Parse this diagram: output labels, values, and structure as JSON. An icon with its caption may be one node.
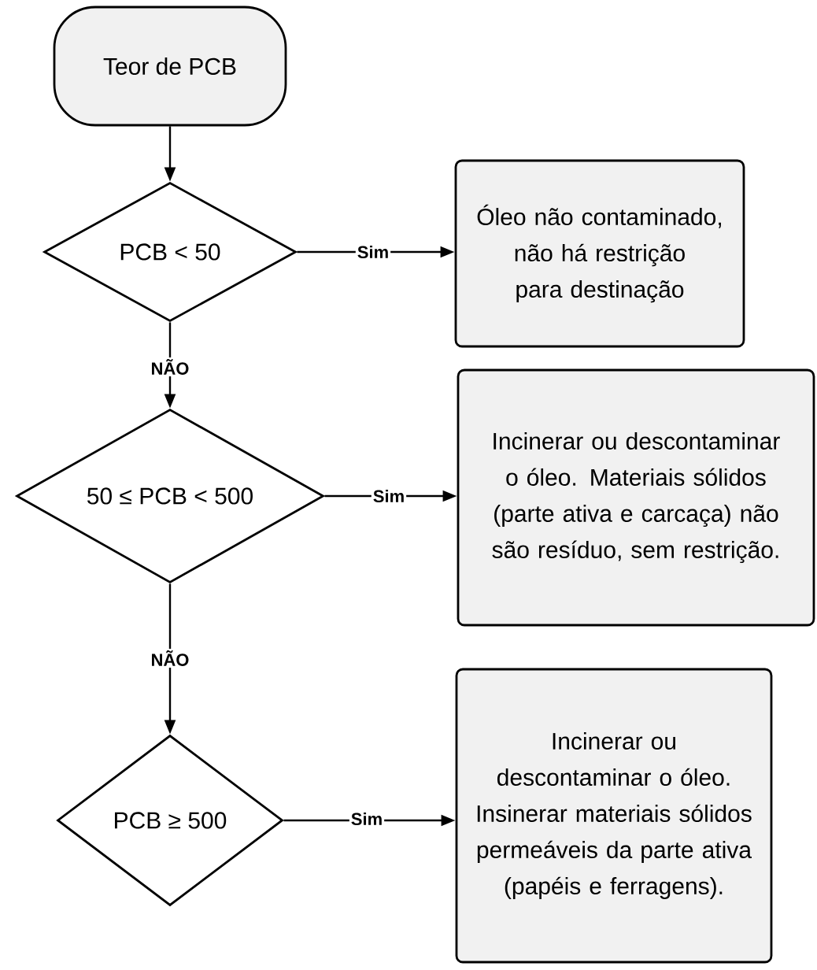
{
  "diagram": {
    "nodes": [
      {
        "text": [
          "Teor de PCB"
        ]
      },
      {
        "text": [
          "PCB < 50"
        ]
      },
      {
        "text": [
          "Óleo não contaminado, não há restrição para destinação"
        ]
      },
      {
        "text": [
          "50 ≤ PCB < 500"
        ]
      },
      {
        "text": [
          "Incinerar ou descontaminar o óleo. Materiais sólidos (parte ativa e carcaça) não são resíduo, sem restrição."
        ]
      },
      {
        "text": [
          "PCB ≥ 500"
        ]
      },
      {
        "text": [
          "Incinerar ou descontaminar o óleo. Insinerar materiais sólidos permeáveis da parte ativa (papéis e ferragens)."
        ]
      }
    ],
    "edges": [
      {
        "from": 0,
        "to": 1,
        "arrow": "to"
      },
      {
        "from": 1,
        "to": 2,
        "arrow": "to",
        "label": "Sim"
      },
      {
        "from": 1,
        "to": 3,
        "arrow": "to",
        "label": "NÃO"
      },
      {
        "from": 3,
        "to": 4,
        "arrow": "to",
        "label": "Sim"
      },
      {
        "from": 3,
        "to": 5,
        "arrow": "to",
        "label": "NÃO"
      },
      {
        "from": 5,
        "to": 6,
        "arrow": "to",
        "label": "Sim"
      }
    ]
  }
}
